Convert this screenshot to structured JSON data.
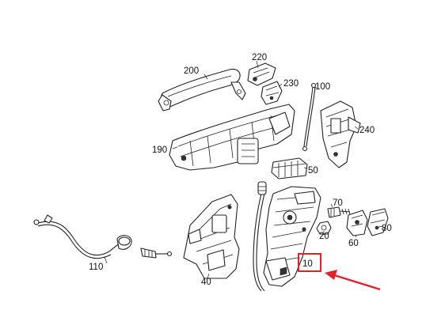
{
  "diagram": {
    "callouts": [
      {
        "id": "200",
        "label": "200"
      },
      {
        "id": "220",
        "label": "220"
      },
      {
        "id": "230",
        "label": "230"
      },
      {
        "id": "100",
        "label": "100"
      },
      {
        "id": "240",
        "label": "240"
      },
      {
        "id": "190",
        "label": "190"
      },
      {
        "id": "50",
        "label": "50"
      },
      {
        "id": "70",
        "label": "70"
      },
      {
        "id": "20",
        "label": "20"
      },
      {
        "id": "80",
        "label": "80"
      },
      {
        "id": "60",
        "label": "60"
      },
      {
        "id": "110",
        "label": "110"
      },
      {
        "id": "40",
        "label": "40"
      },
      {
        "id": "10",
        "label": "10"
      }
    ],
    "highlighted_part": "10",
    "highlight_color": "#e0202a",
    "line_color": "#222222",
    "background": "#ffffff"
  }
}
